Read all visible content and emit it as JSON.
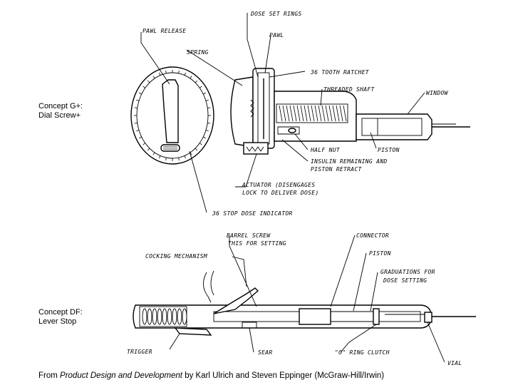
{
  "concepts": {
    "top": {
      "line1": "Concept G+:",
      "line2": "Dial Screw+"
    },
    "bottom": {
      "line1": "Concept DF:",
      "line2": "Lever Stop"
    }
  },
  "labels_top": {
    "dose_set_rings": "DOSE SET RINGS",
    "pawl_release": "PAWL RELEASE",
    "pawl": "PAWL",
    "spring": "SPRING",
    "ratchet": "36 TOOTH RATCHET",
    "threaded_shaft": "THREADED SHAFT",
    "window": "WINDOW",
    "half_nut": "HALF NUT",
    "piston": "PISTON",
    "insulin_line1": "INSULIN REMAINING AND",
    "insulin_line2": "PISTON RETRACT",
    "actuator_line1": "ACTUATOR (DISENGAGES",
    "actuator_line2": "LOCK TO DELIVER DOSE)",
    "dose_indicator": "36 STOP DOSE INDICATOR"
  },
  "labels_bottom": {
    "barrel_line1": "BARREL SCREW",
    "barrel_line2": "THIS FOR SETTING",
    "connector": "CONNECTOR",
    "piston": "PISTON",
    "cocking": "COCKING MECHANISM",
    "grad_line1": "GRADUATIONS FOR",
    "grad_line2": "DOSE SETTING",
    "trigger": "TRIGGER",
    "sear": "SEAR",
    "oring": "\"O\" RING CLUTCH",
    "vial": "VIAL"
  },
  "caption": {
    "prefix": "From ",
    "title": "Product Design and Development",
    "suffix": " by Karl Ulrich and Steven Eppinger (McGraw-Hill/Irwin)"
  }
}
